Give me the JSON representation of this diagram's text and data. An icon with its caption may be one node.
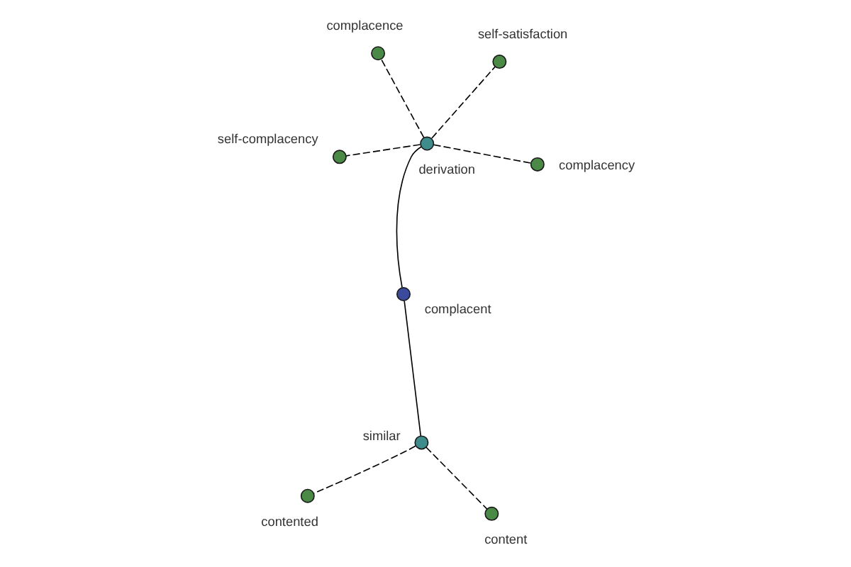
{
  "diagram": {
    "nodes": [
      {
        "text": [],
        "shape": "circle",
        "beside": [
          "contented"
        ]
      },
      {
        "text": [],
        "shape": "circle",
        "beside": [
          "content"
        ]
      },
      {
        "text": [],
        "shape": "circle",
        "beside": [
          "similar"
        ]
      },
      {
        "text": [],
        "shape": "circle",
        "beside": [
          "self-satisfaction"
        ]
      },
      {
        "text": [],
        "shape": "circle",
        "beside": [
          "complacent"
        ]
      },
      {
        "text": [],
        "shape": "circle",
        "beside": [
          "complacence"
        ]
      },
      {
        "text": [],
        "shape": "circle",
        "beside": [
          "derivation"
        ]
      },
      {
        "text": [],
        "shape": "circle",
        "beside": [
          "complacency"
        ]
      },
      {
        "text": [],
        "shape": "circle",
        "beside": [
          "self-complacency"
        ]
      }
    ],
    "edges": [
      {
        "from": 4,
        "to": 2,
        "arrow": "none"
      },
      {
        "from": 4,
        "to": 6,
        "arrow": "none"
      },
      {
        "from": 2,
        "to": 0,
        "arrow": "none",
        "style": "dashed"
      },
      {
        "from": 2,
        "to": 1,
        "arrow": "none",
        "style": "dashed"
      },
      {
        "from": 6,
        "to": 3,
        "arrow": "none",
        "style": "dashed"
      },
      {
        "from": 6,
        "to": 5,
        "arrow": "none",
        "style": "dashed"
      },
      {
        "from": 6,
        "to": 7,
        "arrow": "none",
        "style": "dashed"
      },
      {
        "from": 6,
        "to": 8,
        "arrow": "none",
        "style": "dashed"
      }
    ]
  }
}
